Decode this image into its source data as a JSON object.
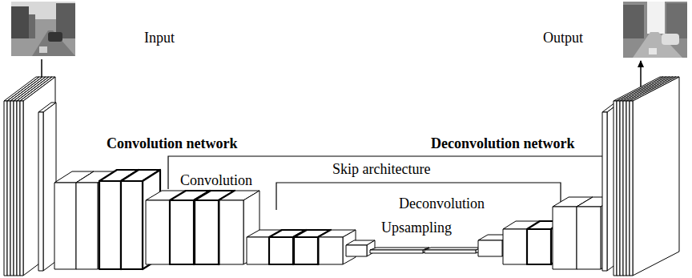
{
  "diagram": {
    "labels": [
      "Input",
      "Output",
      "Convolution network",
      "Deconvolution network",
      "Skip architecture",
      "Convolution",
      "Deconvolution",
      "Upsampling"
    ]
  }
}
